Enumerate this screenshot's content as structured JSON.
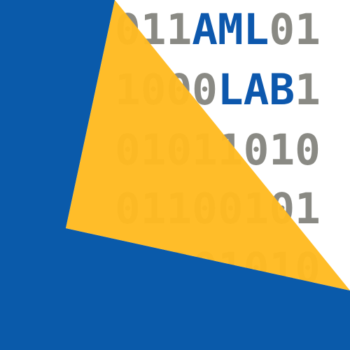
{
  "colors": {
    "blue": "#0a5aaa",
    "yellow": "#ffbb22",
    "gray": "#8a8a84",
    "highlight": "#0d58ad",
    "background": "#ffffff"
  },
  "binary_rows": [
    {
      "pre": "011",
      "hl": "AML",
      "post": "01"
    },
    {
      "pre": "1000",
      "hl": "LAB",
      "post": "1"
    },
    {
      "pre": "01011010",
      "hl": "",
      "post": ""
    },
    {
      "pre": "01100101",
      "hl": "",
      "post": ""
    },
    {
      "pre": "00001010",
      "hl": "",
      "post": ""
    }
  ]
}
